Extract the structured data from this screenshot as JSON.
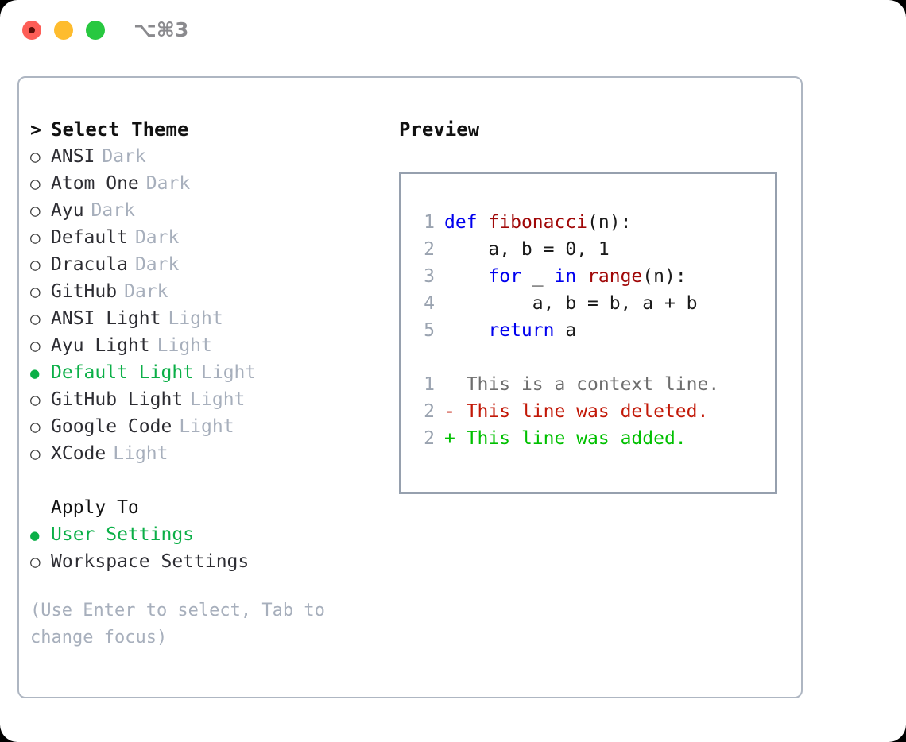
{
  "window": {
    "title": "⌥⌘3",
    "traffic_lights": [
      "close",
      "minimize",
      "maximize"
    ]
  },
  "theme_picker": {
    "header": "Select Theme",
    "caret": ">",
    "radio_unselected": "○",
    "radio_selected": "●",
    "selected_color": "#0BAF47",
    "items": [
      {
        "name": "ANSI",
        "category": "Dark",
        "selected": false
      },
      {
        "name": "Atom One",
        "category": "Dark",
        "selected": false
      },
      {
        "name": "Ayu",
        "category": "Dark",
        "selected": false
      },
      {
        "name": "Default",
        "category": "Dark",
        "selected": false
      },
      {
        "name": "Dracula",
        "category": "Dark",
        "selected": false
      },
      {
        "name": "GitHub",
        "category": "Dark",
        "selected": false
      },
      {
        "name": "ANSI Light",
        "category": "Light",
        "selected": false
      },
      {
        "name": "Ayu Light",
        "category": "Light",
        "selected": false
      },
      {
        "name": "Default Light",
        "category": "Light",
        "selected": true
      },
      {
        "name": "GitHub Light",
        "category": "Light",
        "selected": false
      },
      {
        "name": "Google Code",
        "category": "Light",
        "selected": false
      },
      {
        "name": "XCode",
        "category": "Light",
        "selected": false
      }
    ]
  },
  "apply_to": {
    "header": "Apply To",
    "options": [
      {
        "label": "User Settings",
        "selected": true
      },
      {
        "label": "Workspace Settings",
        "selected": false
      }
    ]
  },
  "hint": "(Use Enter to select, Tab to change focus)",
  "preview": {
    "header": "Preview",
    "code_lines": [
      {
        "num": "1",
        "tokens": [
          {
            "t": "def",
            "c": "kw"
          },
          {
            "t": " ",
            "c": "plain"
          },
          {
            "t": "fibonacci",
            "c": "fn"
          },
          {
            "t": "(n):",
            "c": "plain"
          }
        ]
      },
      {
        "num": "2",
        "tokens": [
          {
            "t": "    a, b = 0, 1",
            "c": "plain"
          }
        ]
      },
      {
        "num": "3",
        "tokens": [
          {
            "t": "    ",
            "c": "plain"
          },
          {
            "t": "for",
            "c": "kw"
          },
          {
            "t": " _ ",
            "c": "plain"
          },
          {
            "t": "in",
            "c": "kw"
          },
          {
            "t": " ",
            "c": "plain"
          },
          {
            "t": "range",
            "c": "fn"
          },
          {
            "t": "(n):",
            "c": "plain"
          }
        ]
      },
      {
        "num": "4",
        "tokens": [
          {
            "t": "        a, b = b, a + b",
            "c": "plain"
          }
        ]
      },
      {
        "num": "5",
        "tokens": [
          {
            "t": "    ",
            "c": "plain"
          },
          {
            "t": "return",
            "c": "kw"
          },
          {
            "t": " a",
            "c": "plain"
          }
        ]
      }
    ],
    "diff_lines": [
      {
        "num": "1",
        "sign": " ",
        "text": "This is a context line.",
        "kind": "ctx"
      },
      {
        "num": "2",
        "sign": "-",
        "text": "This line was deleted.",
        "kind": "del"
      },
      {
        "num": "2",
        "sign": "+",
        "text": "This line was added.",
        "kind": "add"
      }
    ],
    "colors": {
      "keyword": "#0000EE",
      "function": "#A00808",
      "plain": "#1A1A1A",
      "context": "#6E6E6E",
      "deleted": "#C21807",
      "added": "#00C000",
      "line_number": "#9AA3B0"
    }
  }
}
